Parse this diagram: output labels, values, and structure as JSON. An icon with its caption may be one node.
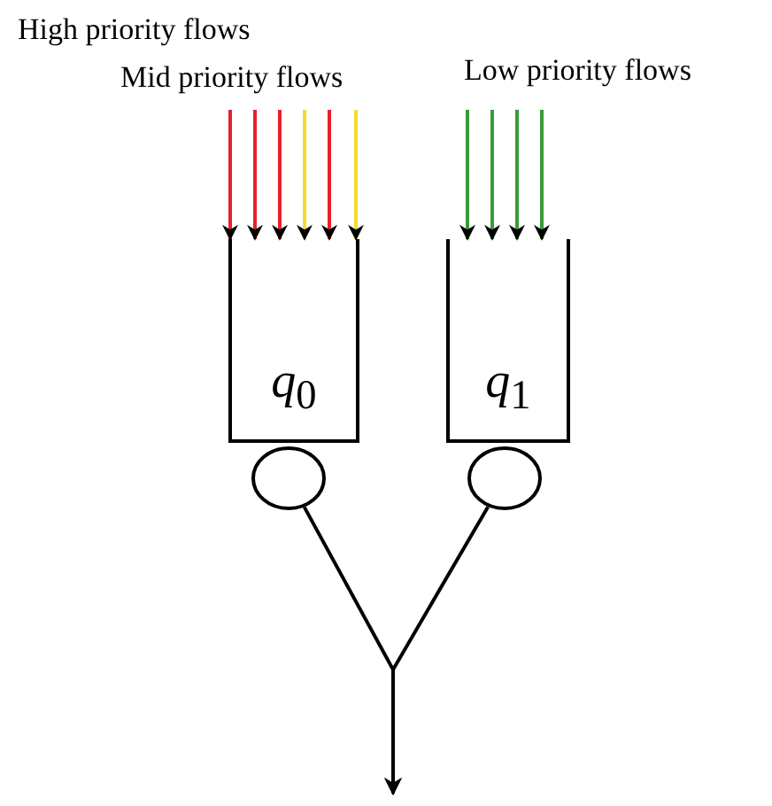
{
  "diagram": {
    "nodes": [
      {
        "text": [
          "*q*$_{0}$"
        ]
      },
      {
        "text": [
          "*q*$_{1}$"
        ]
      },
      {
        "text": [],
        "shape": "circle"
      },
      {
        "text": [],
        "shape": "circle"
      }
    ],
    "edges": [
      {
        "from": null,
        "to": 0,
        "arrow": "to",
        "color": "#e8202a"
      },
      {
        "from": null,
        "to": 0,
        "arrow": "to",
        "color": "#e8202a"
      },
      {
        "from": null,
        "to": 0,
        "arrow": "to",
        "color": "#e8202a"
      },
      {
        "from": null,
        "to": 0,
        "arrow": "to",
        "color": "#f2dc2a"
      },
      {
        "from": null,
        "to": 0,
        "arrow": "to",
        "color": "#e8202a"
      },
      {
        "from": null,
        "to": 0,
        "arrow": "to",
        "color": "#f2dc2a"
      },
      {
        "from": null,
        "to": 1,
        "arrow": "to",
        "color": "#3a9a3a"
      },
      {
        "from": null,
        "to": 1,
        "arrow": "to",
        "color": "#3a9a3a"
      },
      {
        "from": null,
        "to": 1,
        "arrow": "to",
        "color": "#3a9a3a"
      },
      {
        "from": null,
        "to": 1,
        "arrow": "to",
        "color": "#3a9a3a"
      },
      {
        "from": 2,
        "to": null,
        "arrow": "to",
        "color": "#000000"
      },
      {
        "from": 3,
        "to": null,
        "arrow": "to",
        "color": "#000000"
      }
    ],
    "labels": [
      "High priority flows",
      "Mid priority flows",
      "Low priority flows"
    ]
  }
}
